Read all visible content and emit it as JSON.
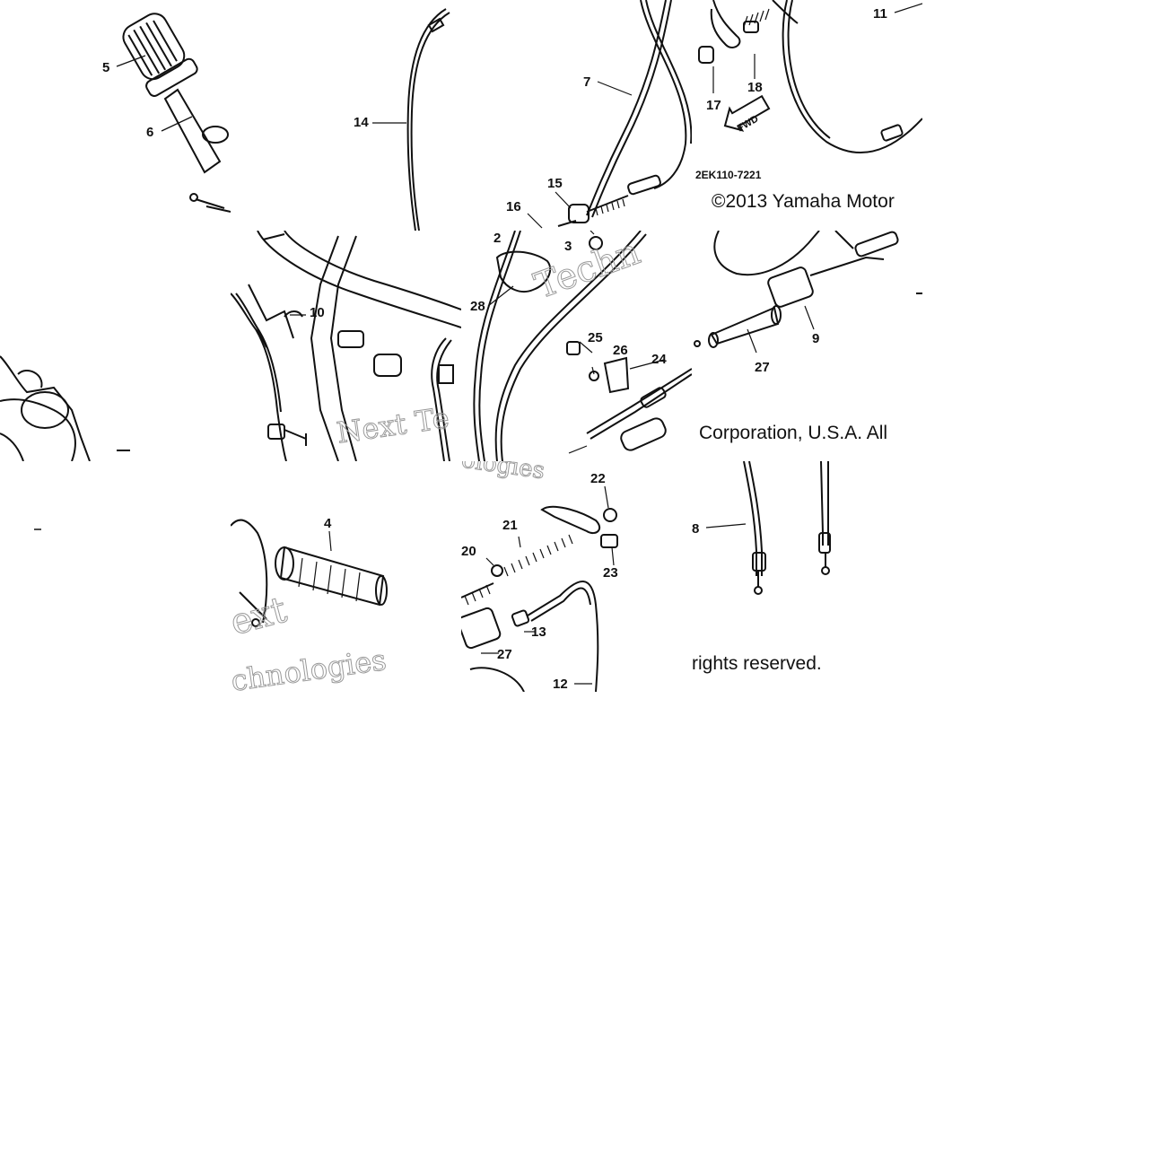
{
  "diagram": {
    "copyright": {
      "line1": "©2013 Yamaha Motor",
      "line2": "Corporation, U.S.A. All",
      "line3": "rights reserved."
    },
    "diagram_code": "2EK110-7221",
    "fwd_label": "FWD",
    "callouts": {
      "n2": "2",
      "n3": "3",
      "n4": "4",
      "n5": "5",
      "n6": "6",
      "n7": "7",
      "n8": "8",
      "n9": "9",
      "n10": "10",
      "n11": "11",
      "n12": "12",
      "n13": "13",
      "n14": "14",
      "n15": "15",
      "n16": "16",
      "n17": "17",
      "n18": "18",
      "n20": "20",
      "n21": "21",
      "n22": "22",
      "n23": "23",
      "n24": "24",
      "n25": "25",
      "n26": "26",
      "n27a": "27",
      "n27b": "27",
      "n28": "28"
    }
  }
}
